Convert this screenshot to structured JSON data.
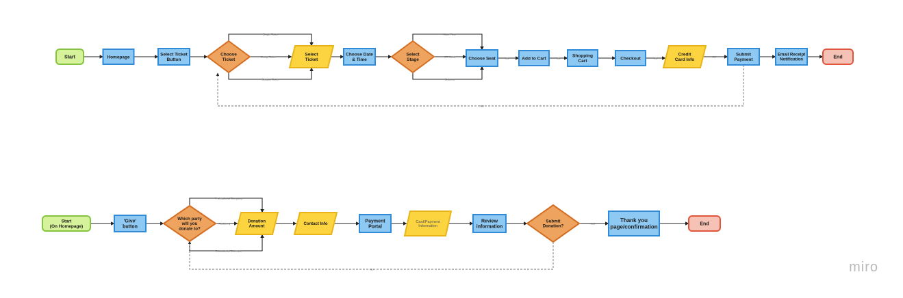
{
  "watermark": "miro",
  "colors": {
    "terminal_start_fill": "#d6f29a",
    "terminal_start_stroke": "#84c441",
    "terminal_end_fill": "#f7c2b6",
    "terminal_end_stroke": "#e0553c",
    "process_fill": "#8ec9f4",
    "process_stroke": "#2f8ad8",
    "decision_fill": "#eea35e",
    "decision_stroke": "#d36e23",
    "io_fill": "#fbd43f",
    "io_stroke": "#e8b419",
    "edge": "#222222",
    "edge_dashed": "#6f6f6f"
  },
  "flow1": {
    "start": "Start",
    "homepage": "Homepage",
    "select_ticket_button": "Select Ticket\nButton",
    "choose_ticket": "Choose\nTicket",
    "select_ticket": "Select\nTicket",
    "choose_date_time": "Choose Date\n& Time",
    "select_stage": "Select\nStage",
    "choose_seat": "Choose Seat",
    "add_to_cart": "Add to Cart",
    "shopping_cart": "Shopping\nCart",
    "checkout": "Checkout",
    "credit_card_info": "Credit\nCard Info",
    "submit_payment": "Submit\nPayment",
    "email_receipt": "Email Receipt\nNotification",
    "end": "End",
    "labels": {
      "single_ticket": "Single Ticket",
      "group_ticket": "Group Ticket",
      "season_ticket": "Season Ticket",
      "main_floor": "Main Floor",
      "gt_mezz": "GT Mezz",
      "balcony": "Balcony",
      "yes1": "Yes",
      "yes2": "Yes",
      "yes3": "Yes",
      "ok": "OK",
      "no": "NO"
    }
  },
  "flow2": {
    "start": "Start\n(On Homepage)",
    "give_button": "'Give'\nbutton",
    "which_party": "Which party\nwill you\ndonate to?",
    "donation_amount": "Donation\nAmount",
    "contact_info": "Contact Info",
    "payment_portal": "Payment\nPortal",
    "card_payment_info": "Card/Payment\nInformation",
    "review_information": "Review\ninformation",
    "submit_donation": "Submit\nDonation?",
    "thank_you": "Thank you\npage/confirmation",
    "end": "End",
    "labels": {
      "professional_company": "Professional Company",
      "academy": "Academy",
      "educational_outreach": "Educational Outreach",
      "yes": "YES",
      "no": "No"
    }
  }
}
